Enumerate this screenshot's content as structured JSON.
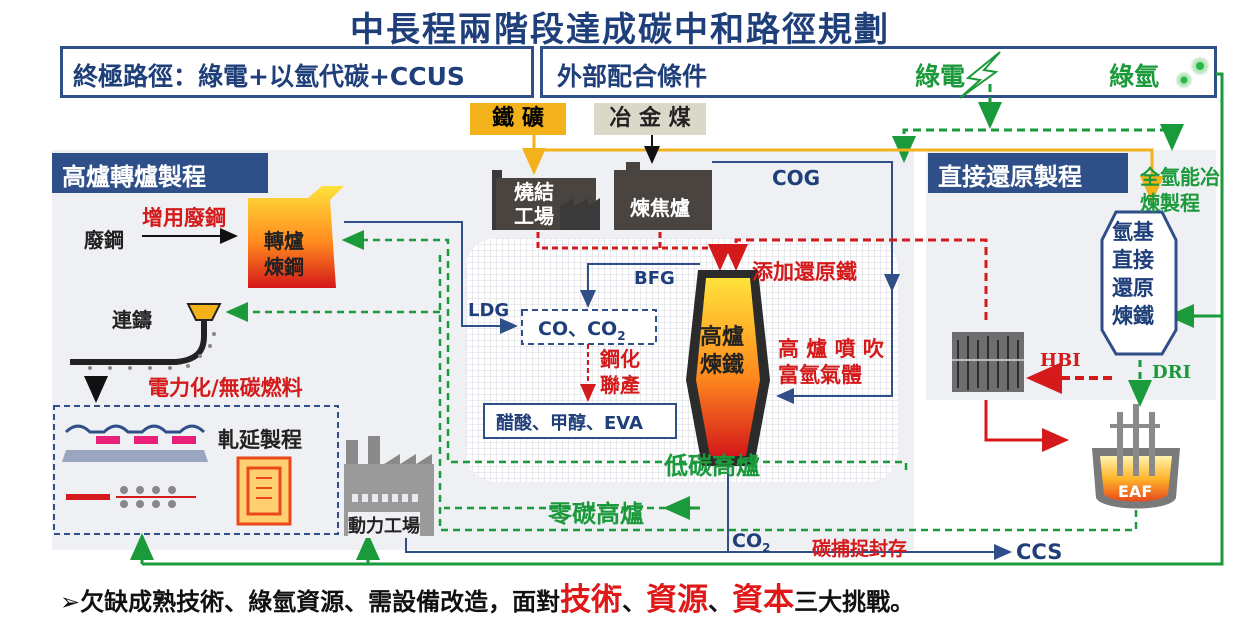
{
  "title": "中長程兩階段達成碳中和路徑規劃",
  "header": {
    "ultimate_path": "終極路徑：綠電+以氫代碳+CCUS",
    "external": "外部配合條件",
    "green_power": "綠電",
    "green_hydrogen": "綠氫"
  },
  "inputs": {
    "iron_ore": "鐵 礦",
    "coal": "冶 金 煤"
  },
  "bf_section": {
    "title": "高爐轉爐製程",
    "scrap_usage": "增用廢鋼",
    "scrap": "廢鋼",
    "converter": "轉爐\n煉鋼",
    "casting": "連鑄",
    "electrify": "電力化/無碳燃料",
    "rolling": "軋延製程",
    "power_plant": "動力工場"
  },
  "center": {
    "sinter": "燒結\n工場",
    "coke": "煉焦爐",
    "cog": "COG",
    "bfg": "BFG",
    "ldg": "LDG",
    "co_co2": "CO、CO",
    "co2_sub": "2",
    "add_reduced_iron": "添加還原鐵",
    "bf": "高爐\n煉鐵",
    "steel_chem": "鋼化\n聯產",
    "bf_injection": "高 爐 噴 吹\n富氫氣體",
    "chemicals": "醋酸、甲醇、EVA",
    "low_carbon_bf": "低碳高爐",
    "zero_carbon_bf": "零碳高爐",
    "co2": "CO",
    "ccs_label": "碳捕捉封存",
    "ccs": "CCS"
  },
  "dr_section": {
    "title": "直接還原製程",
    "full_h2": "全氫能冶\n煉製程",
    "h2_dr": "氫基\n直接\n還原\n煉鐵",
    "hbi": "HBI",
    "dri": "DRI",
    "eaf": "EAF"
  },
  "bottom": {
    "prefix": "➢欠缺成熟技術、綠氫資源、需設備改造，面對",
    "w1": "技術",
    "sep1": "、",
    "w2": "資源",
    "sep2": "、",
    "w3": "資本",
    "suffix": "三大挑戰。"
  },
  "colors": {
    "navy": "#2f4f88",
    "red": "#d41a1a",
    "green": "#1a9a3a",
    "yellow": "#f3b21b"
  }
}
